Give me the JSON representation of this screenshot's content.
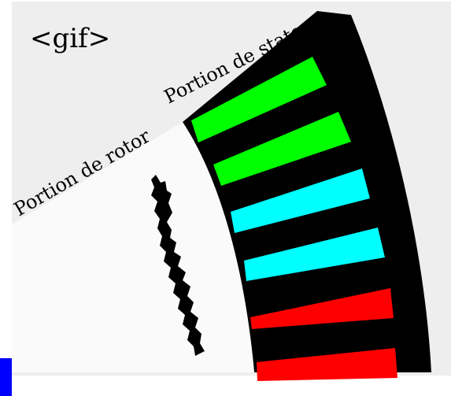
{
  "tag": "<gif>",
  "labels": {
    "stator": "Portion de stator",
    "rotor": "Portion de rotor"
  },
  "colors": {
    "panel_background": "#eeeeee",
    "stator_core": "#000000",
    "rotor_body": "#fafafa",
    "rotor_bar": "#000000",
    "phase_1": "#00ff00",
    "phase_2": "#00ffff",
    "phase_3": "#ff0000",
    "corner_marker": "#0000ff"
  },
  "coils": [
    {
      "phase": "phase_1"
    },
    {
      "phase": "phase_1"
    },
    {
      "phase": "phase_2"
    },
    {
      "phase": "phase_2"
    },
    {
      "phase": "phase_3"
    },
    {
      "phase": "phase_3"
    }
  ]
}
